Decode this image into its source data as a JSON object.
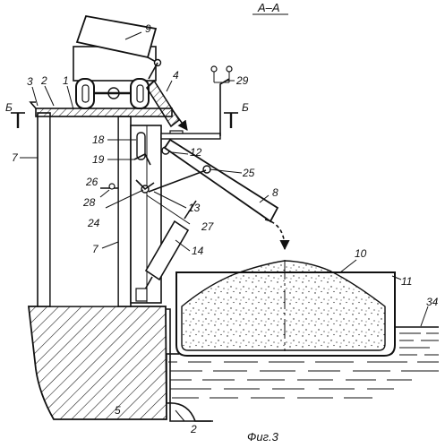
{
  "section_title": "А–А",
  "figure_caption": "Фиг.3",
  "section_markers": {
    "left": "Б",
    "right": "Б"
  },
  "labels": {
    "l1": "1",
    "l2": "2",
    "l2b": "2",
    "l3": "3",
    "l4": "4",
    "l5": "5",
    "l7a": "7",
    "l7b": "7",
    "l8": "8",
    "l9": "9",
    "l10": "10",
    "l11": "11",
    "l12": "12",
    "l13": "13",
    "l14": "14",
    "l18": "18",
    "l19": "19",
    "l24": "24",
    "l25": "25",
    "l26": "26",
    "l27": "27",
    "l28": "28",
    "l29": "29",
    "l34": "34"
  }
}
